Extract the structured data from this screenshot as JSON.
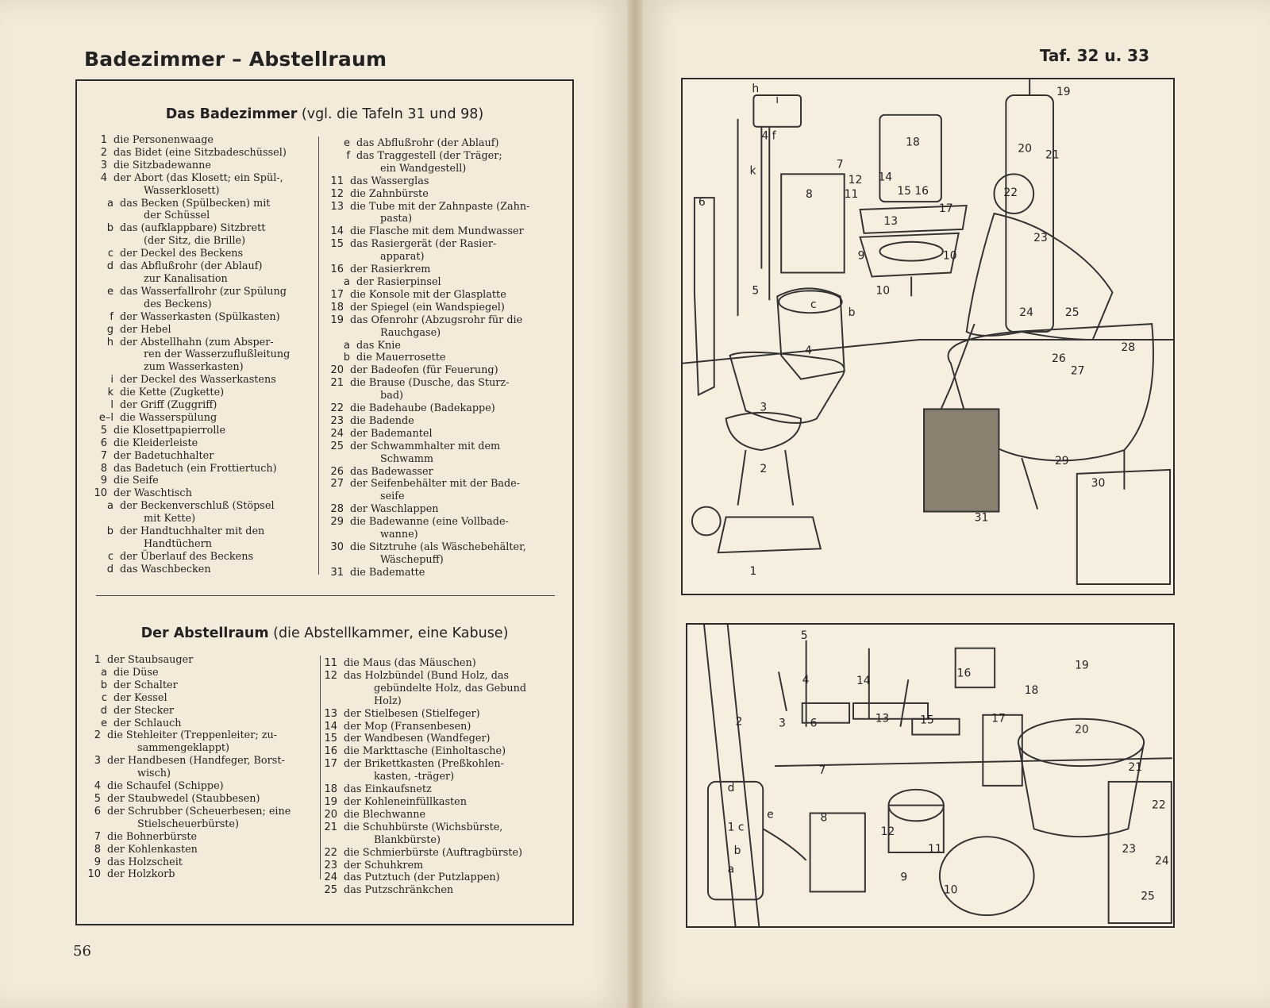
{
  "left_page": {
    "title": "Badezimmer – Abstellraum",
    "page_number": "56",
    "bath_title_bold": "Das Badezimmer",
    "bath_title_rest": " (vgl. die Tafeln 31 und 98)",
    "storage_title_bold": "Der Abstellraum",
    "storage_title_rest": " (die Abstellkammer, eine Kabuse)"
  },
  "right_page": {
    "plate_ref": "Taf. 32 u. 33"
  },
  "bath_col1": [
    {
      "n": "1",
      "t": "die Personenwaage"
    },
    {
      "n": "2",
      "t": "das Bidet (eine Sitzbadeschüssel)"
    },
    {
      "n": "3",
      "t": "die Sitzbadewanne"
    },
    {
      "n": "4",
      "t": "der Abort (das Klosett; ein Spül-,"
    },
    {
      "n": "",
      "t": "Wasserklosett)"
    },
    {
      "n": "a",
      "t": "das Becken (Spülbecken) mit"
    },
    {
      "n": "",
      "t": "der Schüssel"
    },
    {
      "n": "b",
      "t": "das (aufklappbare) Sitzbrett"
    },
    {
      "n": "",
      "t": "(der Sitz, die Brille)"
    },
    {
      "n": "c",
      "t": "der Deckel des Beckens"
    },
    {
      "n": "d",
      "t": "das Abflußrohr (der Ablauf)"
    },
    {
      "n": "",
      "t": "zur Kanalisation"
    },
    {
      "n": "e",
      "t": "das Wasserfallrohr (zur Spülung"
    },
    {
      "n": "",
      "t": "des Beckens)"
    },
    {
      "n": "f",
      "t": "der Wasserkasten (Spülkasten)"
    },
    {
      "n": "g",
      "t": "der Hebel"
    },
    {
      "n": "h",
      "t": "der Abstellhahn (zum Absper-"
    },
    {
      "n": "",
      "t": "ren der Wasserzuflußleitung"
    },
    {
      "n": "",
      "t": "zum Wasserkasten)"
    },
    {
      "n": "i",
      "t": "der Deckel des Wasserkastens"
    },
    {
      "n": "k",
      "t": "die Kette (Zugkette)"
    },
    {
      "n": "l",
      "t": "der Griff (Zuggriff)"
    },
    {
      "n": "e–l",
      "t": "die Wasserspülung"
    },
    {
      "n": "5",
      "t": "die Klosettpapierrolle"
    },
    {
      "n": "6",
      "t": "die Kleiderleiste"
    },
    {
      "n": "7",
      "t": "der Badetuchhalter"
    },
    {
      "n": "8",
      "t": "das Badetuch (ein Frottiertuch)"
    },
    {
      "n": "9",
      "t": "die Seife"
    },
    {
      "n": "10",
      "t": "der Waschtisch"
    },
    {
      "n": "a",
      "t": "der Beckenverschluß (Stöpsel"
    },
    {
      "n": "",
      "t": "mit Kette)"
    },
    {
      "n": "b",
      "t": "der Handtuchhalter mit den"
    },
    {
      "n": "",
      "t": "Handtüchern"
    },
    {
      "n": "c",
      "t": "der Überlauf des Beckens"
    },
    {
      "n": "d",
      "t": "das Waschbecken"
    }
  ],
  "bath_col2": [
    {
      "n": "e",
      "t": "das Abflußrohr (der Ablauf)"
    },
    {
      "n": "f",
      "t": "das Traggestell (der Träger;"
    },
    {
      "n": "",
      "t": "ein Wandgestell)"
    },
    {
      "n": "11",
      "t": "das Wasserglas"
    },
    {
      "n": "12",
      "t": "die Zahnbürste"
    },
    {
      "n": "13",
      "t": "die Tube mit der Zahnpaste (Zahn-"
    },
    {
      "n": "",
      "t": "pasta)"
    },
    {
      "n": "14",
      "t": "die Flasche mit dem Mundwasser"
    },
    {
      "n": "15",
      "t": "das Rasiergerät (der Rasier-"
    },
    {
      "n": "",
      "t": "apparat)"
    },
    {
      "n": "16",
      "t": "der Rasierkrem"
    },
    {
      "n": "a",
      "t": "der Rasierpinsel"
    },
    {
      "n": "17",
      "t": "die Konsole mit der Glasplatte"
    },
    {
      "n": "18",
      "t": "der Spiegel (ein Wandspiegel)"
    },
    {
      "n": "19",
      "t": "das Ofenrohr (Abzugsrohr für die"
    },
    {
      "n": "",
      "t": "Rauchgase)"
    },
    {
      "n": "a",
      "t": "das Knie"
    },
    {
      "n": "b",
      "t": "die Mauerrosette"
    },
    {
      "n": "20",
      "t": "der Badeofen (für Feuerung)"
    },
    {
      "n": "21",
      "t": "die Brause (Dusche, das Sturz-"
    },
    {
      "n": "",
      "t": "bad)"
    },
    {
      "n": "22",
      "t": "die Badehaube (Badekappe)"
    },
    {
      "n": "23",
      "t": "die Badende"
    },
    {
      "n": "24",
      "t": "der Bademantel"
    },
    {
      "n": "25",
      "t": "der Schwammhalter mit dem"
    },
    {
      "n": "",
      "t": "Schwamm"
    },
    {
      "n": "26",
      "t": "das Badewasser"
    },
    {
      "n": "27",
      "t": "der Seifenbehälter mit der Bade-"
    },
    {
      "n": "",
      "t": "seife"
    },
    {
      "n": "28",
      "t": "der Waschlappen"
    },
    {
      "n": "29",
      "t": "die Badewanne (eine Vollbade-"
    },
    {
      "n": "",
      "t": "wanne)"
    },
    {
      "n": "30",
      "t": "die Sitztruhe (als Wäschebehälter,"
    },
    {
      "n": "",
      "t": "Wäschepuff)"
    },
    {
      "n": "31",
      "t": "die Badematte"
    }
  ],
  "storage_col1": [
    {
      "n": "1",
      "t": "der Staubsauger"
    },
    {
      "n": "a",
      "t": "die Düse"
    },
    {
      "n": "b",
      "t": "der Schalter"
    },
    {
      "n": "c",
      "t": "der Kessel"
    },
    {
      "n": "d",
      "t": "der Stecker"
    },
    {
      "n": "e",
      "t": "der Schlauch"
    },
    {
      "n": "2",
      "t": "die Stehleiter (Treppenleiter; zu-"
    },
    {
      "n": "",
      "t": "sammengeklappt)"
    },
    {
      "n": "3",
      "t": "der Handbesen (Handfeger, Borst-"
    },
    {
      "n": "",
      "t": "wisch)"
    },
    {
      "n": "4",
      "t": "die Schaufel (Schippe)"
    },
    {
      "n": "5",
      "t": "der Staubwedel (Staubbesen)"
    },
    {
      "n": "6",
      "t": "der Schrubber (Scheuerbesen; eine"
    },
    {
      "n": "",
      "t": "Stielscheuerbürste)"
    },
    {
      "n": "7",
      "t": "die Bohnerbürste"
    },
    {
      "n": "8",
      "t": "der Kohlenkasten"
    },
    {
      "n": "9",
      "t": "das Holzscheit"
    },
    {
      "n": "10",
      "t": "der Holzkorb"
    }
  ],
  "storage_col2": [
    {
      "n": "11",
      "t": "die Maus (das Mäuschen)"
    },
    {
      "n": "12",
      "t": "das Holzbündel (Bund Holz, das"
    },
    {
      "n": "",
      "t": "gebündelte Holz, das Gebund Holz)"
    },
    {
      "n": "13",
      "t": "der Stielbesen (Stielfeger)"
    },
    {
      "n": "14",
      "t": "der Mop (Fransenbesen)"
    },
    {
      "n": "15",
      "t": "der Wandbesen (Wandfeger)"
    },
    {
      "n": "16",
      "t": "die Markttasche (Einholtasche)"
    },
    {
      "n": "17",
      "t": "der Brikettkasten (Preßkohlen-"
    },
    {
      "n": "",
      "t": "kasten, -träger)"
    },
    {
      "n": "18",
      "t": "das Einkaufsnetz"
    },
    {
      "n": "19",
      "t": "der Kohleneinfüllkasten"
    },
    {
      "n": "20",
      "t": "die Blechwanne"
    },
    {
      "n": "21",
      "t": "die Schuhbürste (Wichsbürste,"
    },
    {
      "n": "",
      "t": "Blankbürste)"
    },
    {
      "n": "22",
      "t": "die Schmierbürste (Auftragbürste)"
    },
    {
      "n": "23",
      "t": "der Schuhkrem"
    },
    {
      "n": "24",
      "t": "das Putztuch (der Putzlappen)"
    },
    {
      "n": "25",
      "t": "das Putzschränkchen"
    }
  ]
}
